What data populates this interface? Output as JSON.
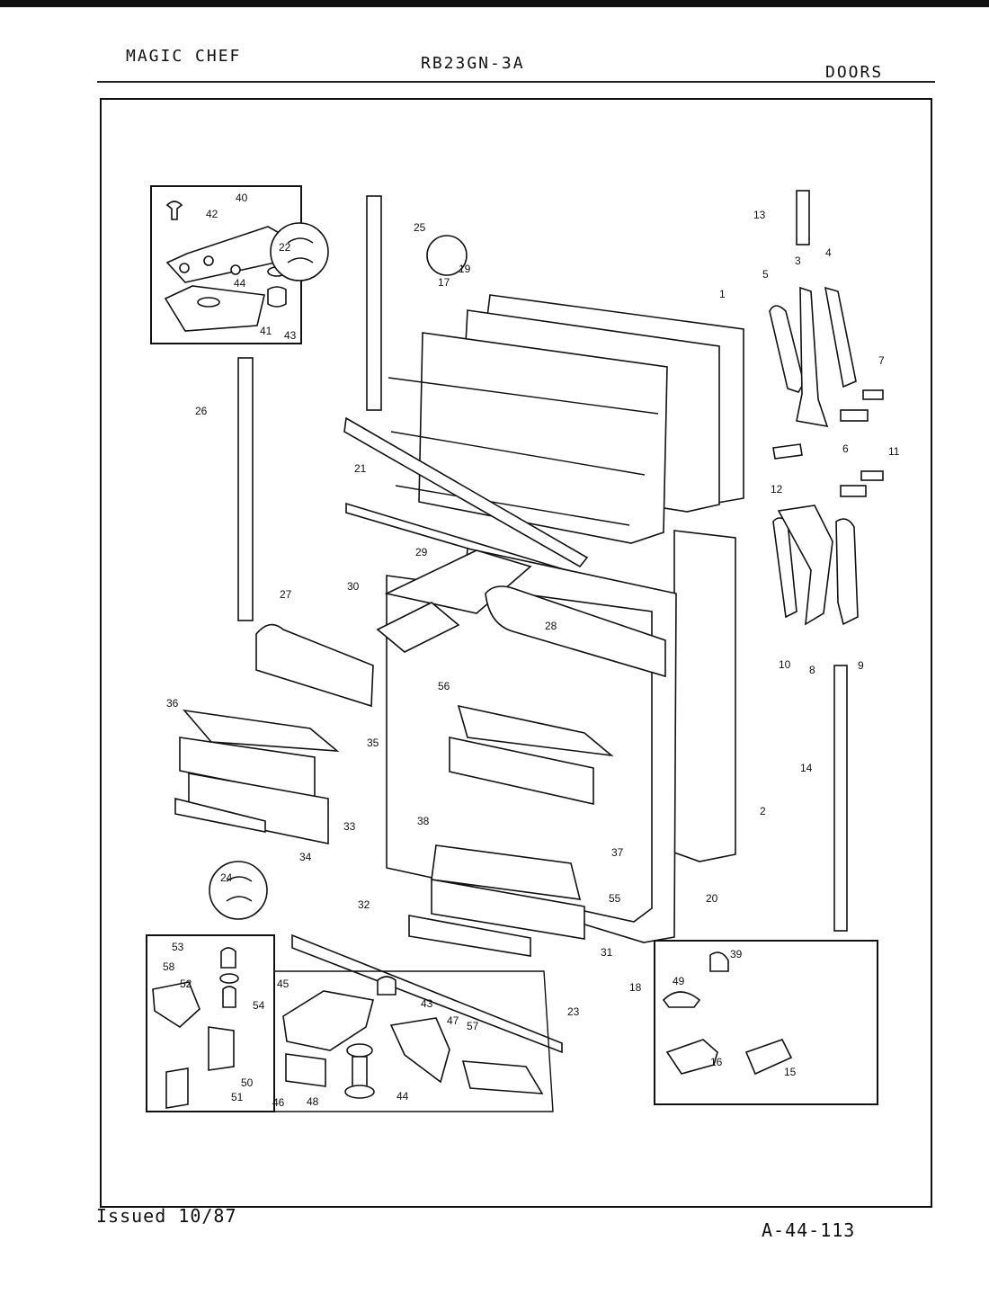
{
  "header": {
    "brand": "MAGIC CHEF",
    "model": "RB23GN-3A",
    "section": "DOORS"
  },
  "footer": {
    "issued": "Issued 10/87",
    "code": "A-44-113"
  },
  "callouts": [
    "1",
    "2",
    "3",
    "4",
    "5",
    "6",
    "7",
    "8",
    "9",
    "10",
    "11",
    "12",
    "13",
    "14",
    "15",
    "16",
    "17",
    "18",
    "19",
    "20",
    "21",
    "22",
    "23",
    "24",
    "25",
    "26",
    "27",
    "28",
    "29",
    "30",
    "31",
    "32",
    "33",
    "34",
    "35",
    "36",
    "37",
    "38",
    "39",
    "40",
    "41",
    "42",
    "43",
    "43",
    "44",
    "44",
    "45",
    "46",
    "47",
    "48",
    "49",
    "50",
    "51",
    "52",
    "53",
    "54",
    "55",
    "56",
    "57",
    "58"
  ]
}
